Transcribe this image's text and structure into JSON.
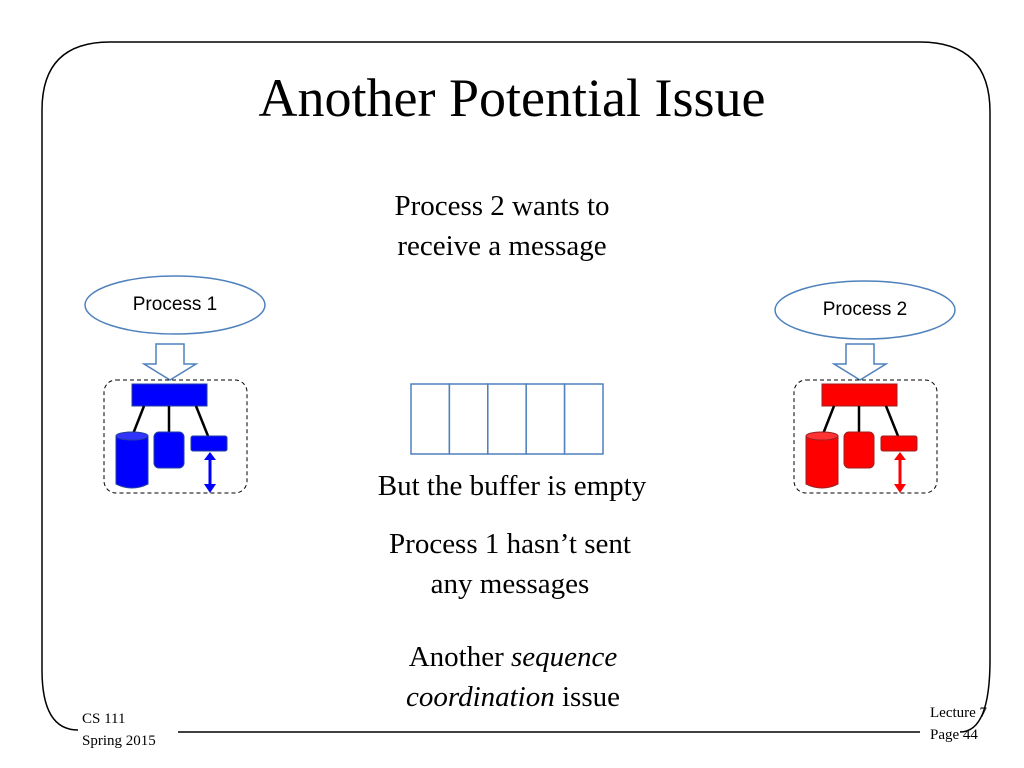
{
  "slide": {
    "title": "Another Potential Issue",
    "caption_top_line1": "Process 2 wants to",
    "caption_top_line2": "receive a message",
    "buffer_status": "But the buffer is empty",
    "reason_line1": "Process 1 hasn’t sent",
    "reason_line2": "any messages",
    "conclusion_prefix": "Another ",
    "conclusion_em_1": "sequence",
    "conclusion_em_2": "coordination",
    "conclusion_suffix": " issue"
  },
  "processes": [
    {
      "label": "Process 1",
      "color": "#0000ff"
    },
    {
      "label": "Process 2",
      "color": "#ff0000"
    }
  ],
  "buffer": {
    "slots": 5,
    "filled": 0,
    "stroke_color": "#4f81bd"
  },
  "colors": {
    "bubble_fill": "#ffffff",
    "bubble_stroke": "#4f81bd",
    "arrow_stroke": "#4f81bd"
  },
  "footer": {
    "course": "CS 111",
    "term": "Spring 2015",
    "lecture": "Lecture 7",
    "page": "Page 44"
  }
}
